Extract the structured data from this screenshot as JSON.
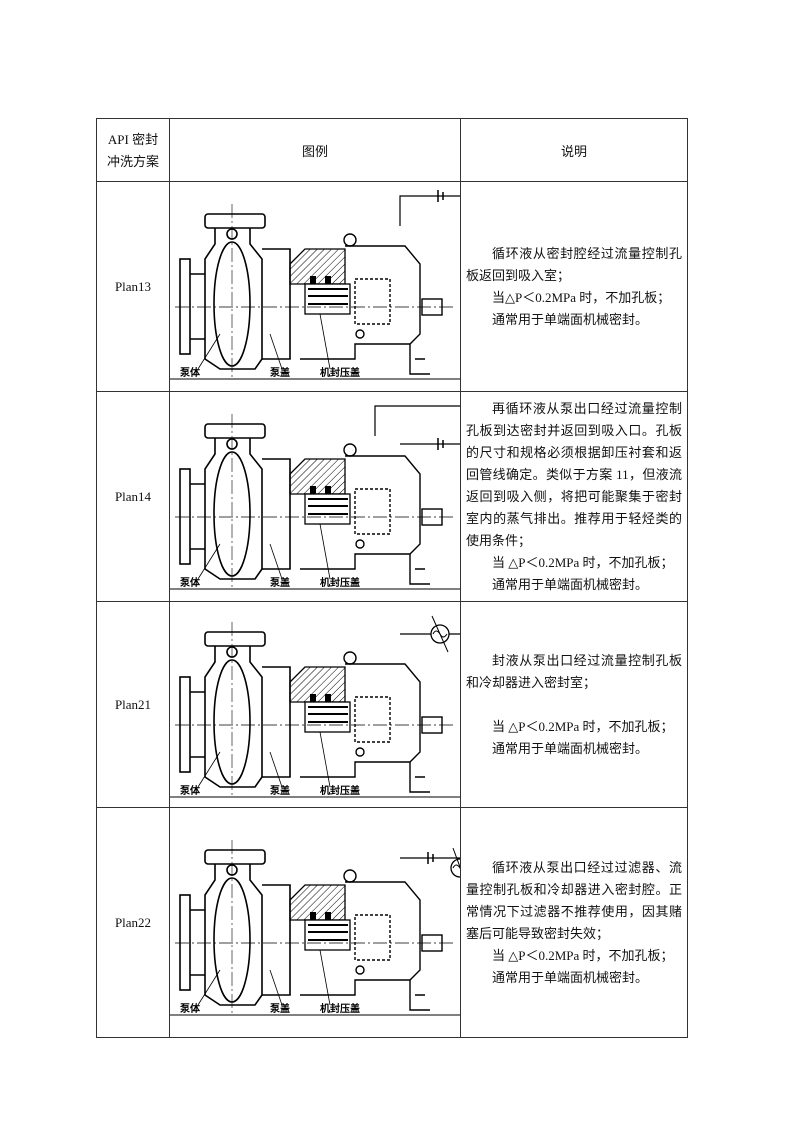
{
  "header": {
    "col1_line1": "API 密封",
    "col1_line2": "冲洗方案",
    "col2": "图例",
    "col3": "说明"
  },
  "labels": {
    "pump_body": "泵体",
    "pump_cover": "泵盖",
    "seal_gland": "机封压盖"
  },
  "rows": [
    {
      "plan": "Plan13",
      "lines": [
        "循环液从密封腔经过流量控制孔板返回到吸入室；",
        "当△P＜0.2MPa 时，不加孔板；",
        "通常用于单端面机械密封。"
      ]
    },
    {
      "plan": "Plan14",
      "lines": [
        "再循环液从泵出口经过流量控制孔板到达密封并返回到吸入口。孔板的尺寸和规格必须根据卸压衬套和返回管线确定。类似于方案 11，但液流返回到吸入侧，将把可能聚集于密封室内的蒸气排出。推荐用于轻烃类的使用条件；",
        "当 △P＜0.2MPa 时，不加孔板；",
        "通常用于单端面机械密封。"
      ]
    },
    {
      "plan": "Plan21",
      "lines": [
        "封液从泵出口经过流量控制孔板和冷却器进入密封室；",
        "",
        "当 △P＜0.2MPa 时，不加孔板；",
        "通常用于单端面机械密封。"
      ]
    },
    {
      "plan": "Plan22",
      "lines": [
        "循环液从泵出口经过过滤器、流量控制孔板和冷却器进入密封腔。正常情况下过滤器不推荐使用，因其赌塞后可能导致密封失效；",
        "当 △P＜0.2MPa 时，不加孔板；",
        "通常用于单端面机械密封。"
      ]
    }
  ]
}
